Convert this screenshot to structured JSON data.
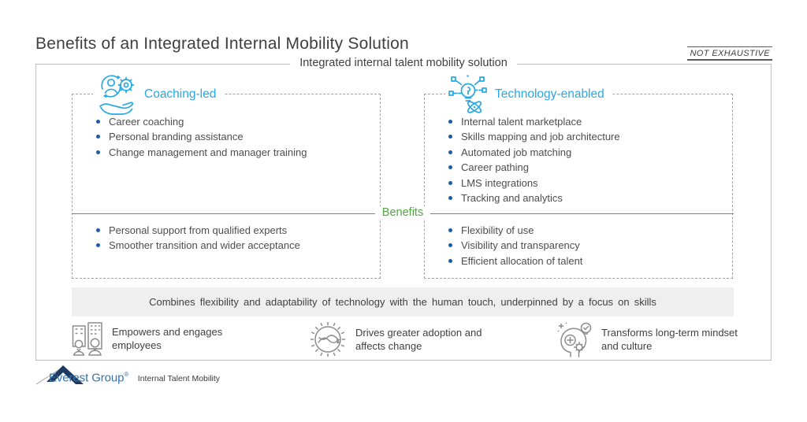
{
  "header": {
    "title": "Benefits of an Integrated Internal Mobility Solution",
    "disclaimer": "NOT EXHAUSTIVE"
  },
  "frame": {
    "title": "Integrated internal talent mobility solution",
    "benefits_label": "Benefits",
    "panels": [
      {
        "label": "Coaching-led",
        "icon": "coaching-hand-icon",
        "features": [
          "Career coaching",
          "Personal branding assistance",
          "Change management and manager training"
        ],
        "benefits": [
          "Personal support from qualified experts",
          "Smoother transition and wider acceptance"
        ]
      },
      {
        "label": "Technology-enabled",
        "icon": "technology-bulb-icon",
        "features": [
          "Internal talent marketplace",
          "Skills mapping and job architecture",
          "Automated job matching",
          "Career pathing",
          "LMS integrations",
          "Tracking and analytics"
        ],
        "benefits": [
          "Flexibility of use",
          "Visibility and transparency",
          "Efficient allocation of talent"
        ]
      }
    ],
    "summary": "Combines flexibility and adaptability of technology with the human touch, underpinned by a focus on skills",
    "outcomes": [
      {
        "icon": "employees-building-icon",
        "text": "Empowers and engages employees"
      },
      {
        "icon": "gear-arrows-icon",
        "text": "Drives greater adoption and affects change"
      },
      {
        "icon": "mindset-head-icon",
        "text": "Transforms long-term mindset and culture"
      }
    ]
  },
  "footer": {
    "brand": "Everest Group",
    "registered": "®",
    "tagline": "Internal Talent Mobility"
  },
  "colors": {
    "accent_blue": "#29a9e1",
    "bullet_navy": "#1b5ca8",
    "benefits_green": "#55a546",
    "text_dark": "#404040",
    "summary_bar_bg": "#efefef",
    "brand_blue": "#2e74b5",
    "logo_navy": "#1e3a5f"
  }
}
